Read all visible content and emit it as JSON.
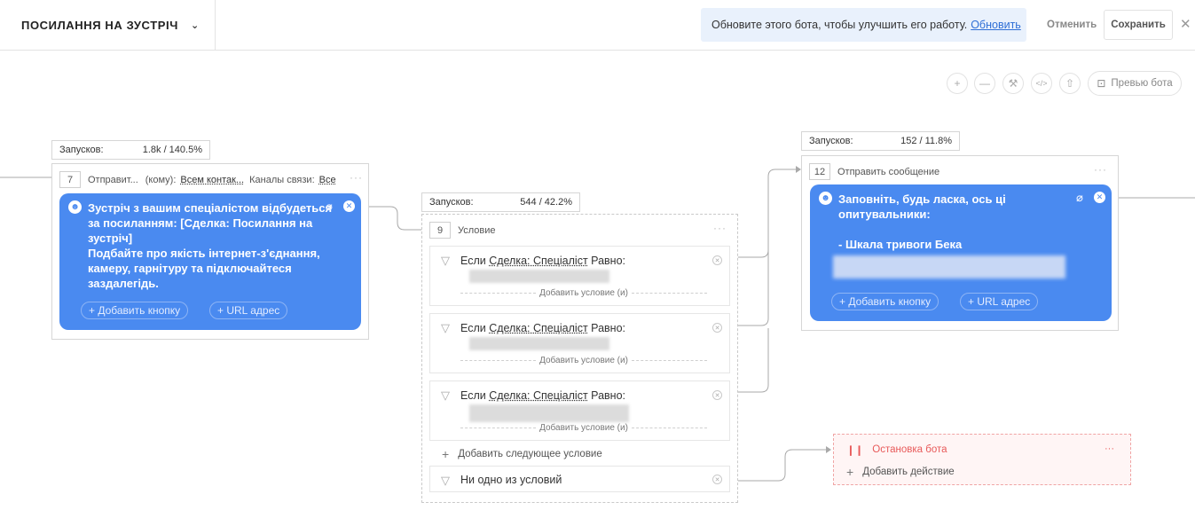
{
  "header": {
    "bot_name": "ПОСИЛАННЯ НА ЗУСТРІЧ",
    "update_text": "Обновите этого бота, чтобы улучшить его работу.",
    "update_link": "Обновить",
    "cancel_label": "Отменить",
    "save_label": "Сохранить",
    "close_glyph": "✕"
  },
  "toolbar": {
    "zoom_in": "+",
    "zoom_out": "—",
    "magic": "⚒",
    "code": "</>",
    "export": "⇧",
    "preview_label": "Превью бота"
  },
  "node7": {
    "stat_label": "Запусков:",
    "stat_value": "1.8k / 140.5%",
    "number": "7",
    "action": "Отправит...",
    "to_label": "(кому):",
    "to_value": "Всем контак...",
    "channels_label": "Каналы связи:",
    "channels_value": "Все",
    "dots": "···",
    "message": "Зустріч з вашим спеціалістом відбудеться\nза посиланням: [Сделка: Посилання на\nзустріч]\nПодбайте про якість інтернет-з'єднання,\nкамеру, гарнітуру та підключайтеся\nзаздалегідь.",
    "add_button": "+ Добавить кнопку",
    "url_button": "+ URL адрес"
  },
  "node9": {
    "stat_label": "Запусков:",
    "stat_value": "544 / 42.2%",
    "number": "9",
    "title": "Условие",
    "dots": "···",
    "conditions": [
      {
        "prefix": "Если ",
        "field": "Сделка: Спеціаліст",
        "op": " Равно:",
        "add": "Добавить условие (и)"
      },
      {
        "prefix": "Если ",
        "field": "Сделка: Спеціаліст",
        "op": " Равно:",
        "add": "Добавить условие (и)"
      },
      {
        "prefix": "Если ",
        "field": "Сделка: Спеціаліст",
        "op": " Равно:",
        "add": "Добавить условие (и)"
      }
    ],
    "add_next": "Добавить следующее условие",
    "none_of": "Ни одно из условий"
  },
  "node12": {
    "stat_label": "Запусков:",
    "stat_value": "152 / 11.8%",
    "number": "12",
    "title": "Отправить сообщение",
    "dots": "···",
    "message": "Заповніть, будь ласка, ось ці\nопитувальники:\n\n- Шкала тривоги Бека",
    "add_button": "+ Добавить кнопку",
    "url_button": "+ URL адрес"
  },
  "stop_node": {
    "title": "Остановка бота",
    "dots": "···",
    "add_action": "Добавить действие"
  },
  "colors": {
    "accent": "#4a8af0",
    "link": "#2f6fd6",
    "stop": "#e85a5a"
  }
}
